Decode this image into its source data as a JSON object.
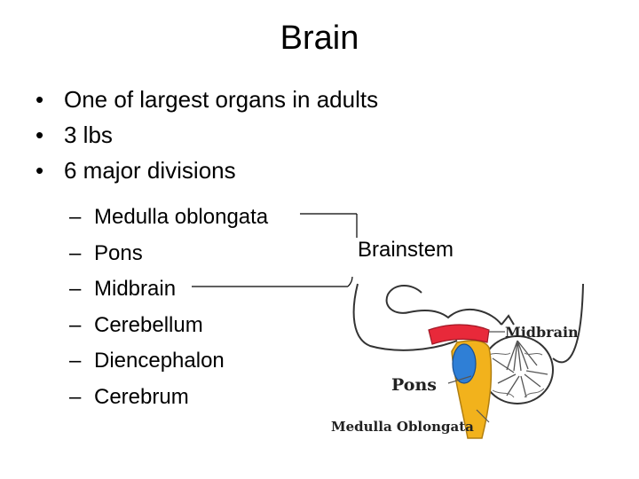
{
  "slide": {
    "title": "Brain",
    "bullets": [
      {
        "marker": "•",
        "text": "One of largest organs in adults"
      },
      {
        "marker": "•",
        "text": "3 lbs"
      },
      {
        "marker": "•",
        "text": "6 major divisions"
      }
    ],
    "sub_bullets": [
      {
        "marker": "–",
        "text": "Medulla oblongata"
      },
      {
        "marker": "–",
        "text": "Pons"
      },
      {
        "marker": "–",
        "text": "Midbrain"
      },
      {
        "marker": "–",
        "text": "Cerebellum"
      },
      {
        "marker": "–",
        "text": "Diencephalon"
      },
      {
        "marker": "–",
        "text": "Cerebrum"
      }
    ],
    "bracket_label": "Brainstem"
  },
  "diagram": {
    "labels": {
      "midbrain": "Midbrain",
      "pons": "Pons",
      "medulla": "Medulla Oblongata"
    },
    "colors": {
      "midbrain": "#e8293a",
      "pons": "#2f7fd6",
      "medulla": "#f2b21c",
      "outline": "#333333"
    }
  }
}
